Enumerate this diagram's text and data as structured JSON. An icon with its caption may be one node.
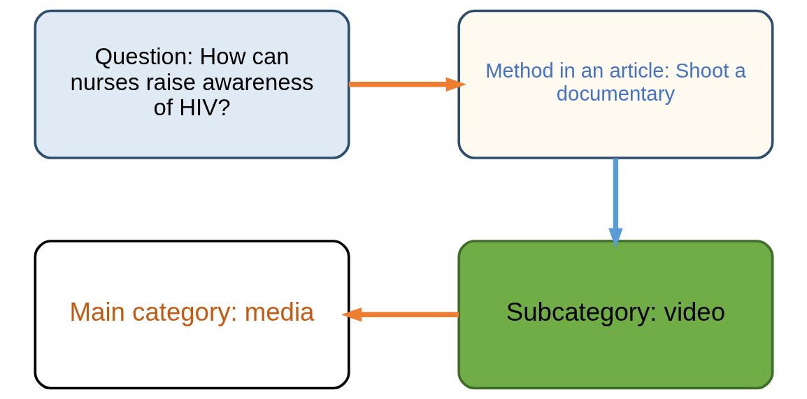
{
  "diagram": {
    "nodes": [
      {
        "text": [
          "Question: How can nurses raise awareness of HIV?"
        ]
      },
      {
        "text": [
          "Method in an article: Shoot a documentary"
        ]
      },
      {
        "text": [
          "Subcategory: video"
        ]
      },
      {
        "text": [
          "Main category: media"
        ]
      }
    ],
    "edges": [
      {
        "from": 0,
        "to": 1,
        "arrow": "to"
      },
      {
        "from": 1,
        "to": 2,
        "arrow": "to",
        "color": "#5b9bd5"
      },
      {
        "from": 2,
        "to": 3,
        "arrow": "to"
      }
    ]
  }
}
